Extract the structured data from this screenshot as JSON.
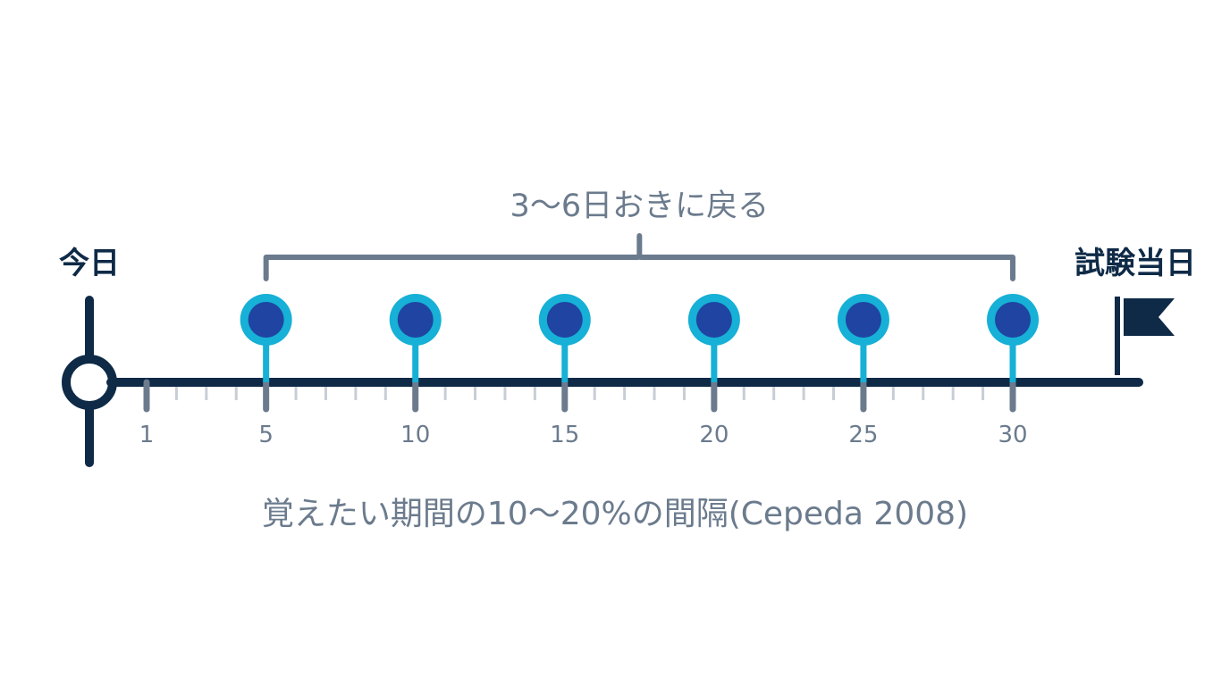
{
  "labels": {
    "start": "今日",
    "end": "試験当日",
    "bracket": "3〜6日おきに戻る",
    "caption": "覚えたい期間の10〜20%の間隔(Cepeda 2008)"
  },
  "timeline": {
    "day_min": 1,
    "day_max": 30,
    "labeled_ticks": [
      "1",
      "5",
      "10",
      "15",
      "20",
      "25",
      "30"
    ],
    "review_days": [
      5,
      10,
      15,
      20,
      25,
      30
    ],
    "bracket_span_days": [
      5,
      30
    ]
  },
  "colors": {
    "navy": "#0e2a47",
    "gray": "#6b7b8d",
    "minor_tick": "#c8ced6",
    "marker_ring": "#17b0d6",
    "marker_fill": "#1f44a1"
  },
  "icons": {
    "start": "ring-icon",
    "end": "flag-icon",
    "review": "pin-icon"
  }
}
